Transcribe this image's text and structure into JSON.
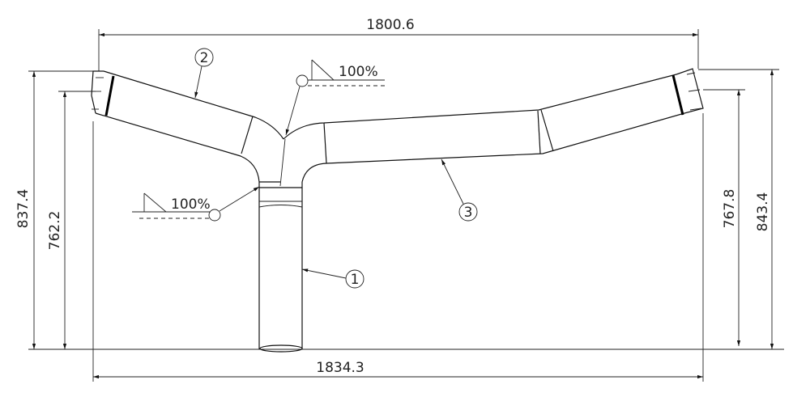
{
  "drawing": {
    "dimensions": {
      "top_width": "1800.6",
      "bottom_width": "1834.3",
      "left_outer_height": "837.4",
      "left_inner_height": "762.2",
      "right_inner_height": "767.8",
      "right_outer_height": "843.4"
    },
    "balloons": [
      "1",
      "2",
      "3"
    ],
    "welds": {
      "top": "100%",
      "bottom": "100%"
    }
  }
}
